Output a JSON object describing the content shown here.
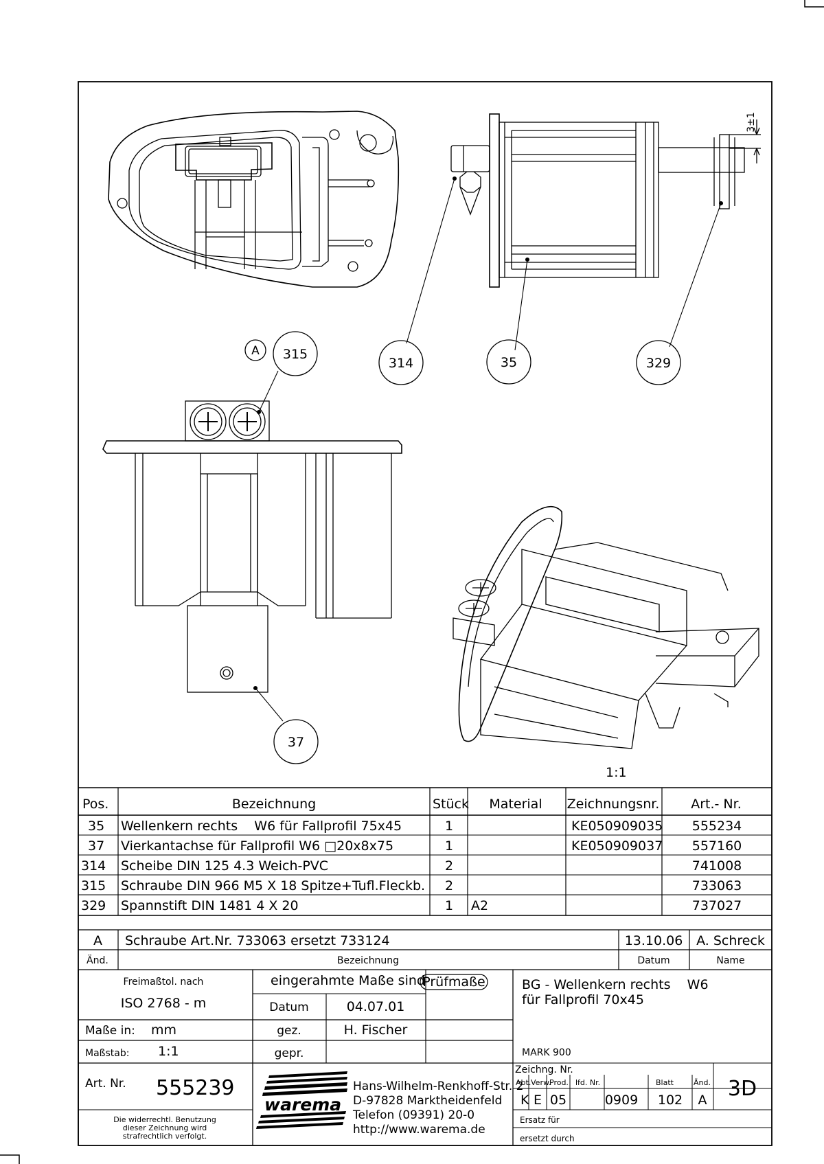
{
  "balloons": {
    "b315": "315",
    "b314": "314",
    "b35": "35",
    "b329": "329",
    "b37": "37",
    "detail": "A"
  },
  "dimension": "3±1",
  "scale_label": "1:1",
  "parts_table": {
    "headers": [
      "Pos.",
      "Bezeichnung",
      "Stück",
      "Material",
      "Zeichnungsnr.",
      "Art.- Nr."
    ],
    "rows": [
      {
        "pos": "35",
        "name": "Wellenkern rechts    W6 für Fallprofil 75x45",
        "qty": "1",
        "material": "",
        "drawing": "KE050909035",
        "art": "555234"
      },
      {
        "pos": "37",
        "name": "Vierkantachse für Fallprofil W6 □20x8x75",
        "qty": "1",
        "material": "",
        "drawing": "KE050909037",
        "art": "557160"
      },
      {
        "pos": "314",
        "name": "Scheibe DIN 125 4.3 Weich-PVC",
        "qty": "2",
        "material": "",
        "drawing": "",
        "art": "741008"
      },
      {
        "pos": "315",
        "name": "Schraube DIN 966 M5 X 18 Spitze+Tufl.Fleckb.",
        "qty": "2",
        "material": "",
        "drawing": "",
        "art": "733063"
      },
      {
        "pos": "329",
        "name": "Spannstift DIN 1481 4 X 20",
        "qty": "1",
        "material": "A2",
        "drawing": "",
        "art": "737027"
      }
    ]
  },
  "revision": {
    "mark": "A",
    "text": "Schraube Art.Nr. 733063 ersetzt 733124",
    "date": "13.10.06",
    "name": "A. Schreck",
    "hdr_change": "Änd.",
    "hdr_desc": "Bezeichnung",
    "hdr_date": "Datum",
    "hdr_name": "Name"
  },
  "title_block": {
    "tol_label": "Freimaßtol. nach",
    "tol_value": "ISO 2768 - m",
    "framed_label": "eingerahmte Maße sind",
    "framed_value": "Prüfmaße",
    "datum_label": "Datum",
    "datum_value": "04.07.01",
    "gez_label": "gez.",
    "gez_value": "H. Fischer",
    "gepr_label": "gepr.",
    "masse_label": "Maße in:",
    "masse_value": "mm",
    "massstab_label": "Maßstab:",
    "massstab_value": "1:1",
    "title_line1": "BG - Wellenkern rechts    W6",
    "title_line2": "für Fallprofil 70x45",
    "series": "MARK 900",
    "art_label": "Art. Nr.",
    "art_value": "555239",
    "legal_1": "Die widerrechtl. Benutzung",
    "legal_2": "dieser Zeichnung wird",
    "legal_3": "strafrechtlich verfolgt.",
    "logo": "warema",
    "address_1": "Hans-Wilhelm-Renkhoff-Str. 2",
    "address_2": "D-97828 Marktheidenfeld",
    "address_3": "Telefon (09391) 20-0",
    "address_4": "http://www.warema.de",
    "drawing_no_label": "Zeichng. Nr.",
    "col_abt": "Abt.",
    "col_verw": "Verw.",
    "col_prod": "Prod.",
    "col_lfd": "lfd. Nr.",
    "col_blatt": "Blatt",
    "col_aend": "Änd.",
    "val_abt": "K",
    "val_verw": "E",
    "val_prod": "05",
    "val_lfd": "0909",
    "val_blatt": "102",
    "val_aend": "A",
    "format": "3D",
    "ersatz_fuer": "Ersatz für",
    "ersetzt_durch": "ersetzt durch"
  }
}
